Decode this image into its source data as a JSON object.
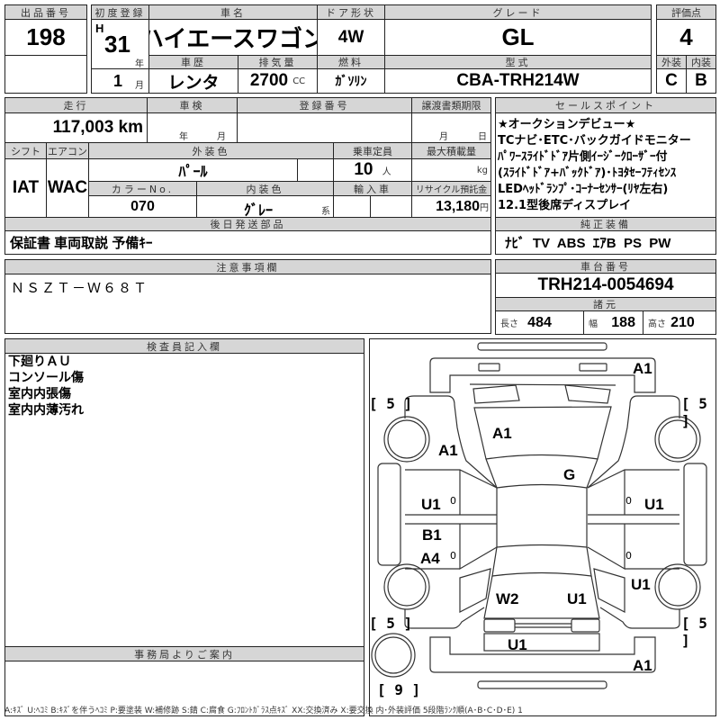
{
  "lot": {
    "label": "出品番号",
    "value": "198"
  },
  "first_reg": {
    "label": "初度登録",
    "era": "H",
    "year": "31",
    "year_unit": "年",
    "month": "1",
    "month_unit": "月"
  },
  "car_name": {
    "label": "車名",
    "value": "ハイエースワゴン"
  },
  "door": {
    "label": "ドア形状",
    "value": "4W"
  },
  "grade": {
    "label": "グレード",
    "value": "GL"
  },
  "history": {
    "label": "車歴",
    "value": "レンタ"
  },
  "displacement": {
    "label": "排気量",
    "value": "2700",
    "unit": "CC"
  },
  "fuel": {
    "label": "燃料",
    "value": "ｶﾞｿﾘﾝ"
  },
  "model": {
    "label": "型式",
    "value": "CBA-TRH214W"
  },
  "score": {
    "label": "評価点",
    "value": "4",
    "ext_label": "外装",
    "ext": "C",
    "int_label": "内装",
    "int": "B"
  },
  "mileage": {
    "label": "走行",
    "value": "117,003 km"
  },
  "inspection": {
    "label": "車検",
    "year_unit": "年",
    "month_unit": "月"
  },
  "reg_number": {
    "label": "登録番号"
  },
  "transfer": {
    "label": "譲渡書類期限",
    "month_unit": "月",
    "day_unit": "日"
  },
  "shift": {
    "label": "シフト",
    "value": "IAT"
  },
  "aircon": {
    "label": "エアコン",
    "value": "WAC"
  },
  "ext_color": {
    "label": "外装色",
    "value": "ﾊﾟｰﾙ"
  },
  "capacity": {
    "label": "乗車定員",
    "value": "10",
    "unit": "人"
  },
  "max_load": {
    "label": "最大積載量",
    "unit": "kg"
  },
  "color_no": {
    "label": "カラーNo.",
    "value": "070"
  },
  "int_color": {
    "label": "内装色",
    "value": "ｸﾞﾚｰ",
    "unit": "系"
  },
  "import": {
    "label": "輸入車"
  },
  "recycle": {
    "label": "リサイクル預託金",
    "value": "13,180",
    "unit": "円"
  },
  "later_parts": {
    "label": "後日発送部品",
    "value": "保証書 車両取説 予備ｷｰ"
  },
  "sales_points": {
    "label": "セールスポイント",
    "lines": [
      "★オークションデビュー★",
      "TCナビ･ETC･バックガイドモニター",
      "ﾊﾟﾜｰｽﾗｲﾄﾞﾄﾞｱ片側ｲｰｼﾞｰｸﾛｰｻﾞｰ付",
      "(ｽﾗｲﾄﾞﾄﾞｱ+ﾊﾞｯｸﾄﾞｱ)･ﾄﾖﾀｾｰﾌﾃｨｾﾝｽ",
      "LEDﾍｯﾄﾞﾗﾝﾌﾟ･ｺｰﾅｰｾﾝｻｰ(ﾘﾔ左右)",
      "12.1型後席ディスプレイ"
    ]
  },
  "equipment": {
    "label": "純正装備",
    "value": "ﾅﾋﾞ  TV  ABS  ｴｱB  PS  PW"
  },
  "notes": {
    "label": "注意事項欄",
    "value": "ＮＳＺＴ－Ｗ６８Ｔ"
  },
  "chassis": {
    "label": "車台番号",
    "value": "TRH214-0054694"
  },
  "specs": {
    "label": "諸元",
    "length_label": "長さ",
    "length": "484",
    "width_label": "幅",
    "width": "188",
    "height_label": "高さ",
    "height": "210"
  },
  "inspector": {
    "label": "検査員記入欄",
    "lines": [
      "下廻りＡＵ",
      "コンソール傷",
      "室内内張傷",
      "室内内薄汚れ"
    ]
  },
  "office": {
    "label": "事務局よりご案内"
  },
  "diagram": {
    "marks": {
      "front_bumper": "A1",
      "hood": "A1",
      "front_left_fender": "A1",
      "windshield": "G",
      "left_front_door": "U1",
      "right_front_door": "U1",
      "left_rear_door_1": "B1",
      "left_rear_door_2": "A4",
      "right_rear_fender": "U1",
      "rear_left": "W2",
      "rear_right": "U1",
      "rear_panel": "U1",
      "rear_bumper": "A1"
    },
    "tire_fl": "[ 5 ]",
    "tire_fr": "[ 5 ]",
    "tire_rl": "[ 5 ]",
    "tire_rr": "[ 5 ]",
    "spare": "[ 9 ]",
    "zero": "0"
  },
  "legend": "A:ｷｽﾞ U:ﾍｺﾐ B:ｷｽﾞを伴うﾍｺﾐ P:要塗装 W:補修跡 S:錆 C:腐食 G:ﾌﾛﾝﾄｶﾞﾗｽ点ｷｽﾞ XX:交換済み X:要交換  内･外装評価  5段階ﾗﾝｸ順(A･B･C･D･E) 1"
}
